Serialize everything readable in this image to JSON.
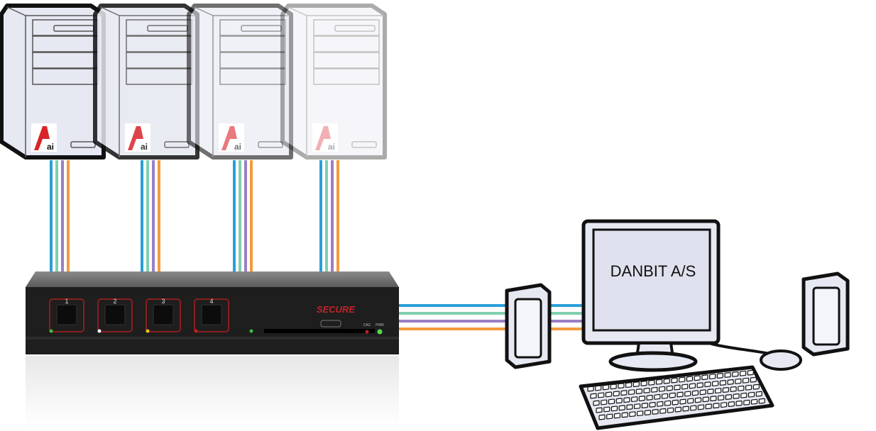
{
  "computers": [
    {
      "logo": "Aai",
      "opacity": 1.0
    },
    {
      "logo": "Aai",
      "opacity": 0.85
    },
    {
      "logo": "Aai",
      "opacity": 0.6
    },
    {
      "logo": "Aai",
      "opacity": 0.35
    }
  ],
  "cable_colors": {
    "blue": "#2a9fd8",
    "green": "#7fcfb0",
    "purple": "#9a7fc4",
    "orange": "#f39a3c"
  },
  "switch": {
    "ports": [
      "1",
      "2",
      "3",
      "4"
    ],
    "port_led_colors": [
      "#3fbf3f",
      "#ffffff",
      "#e8c020",
      "#c02020"
    ],
    "brand": "SECURE",
    "cac_label": "CAC",
    "pwr_label": "PWR"
  },
  "monitor": {
    "screen_text": "DANBIT A/S"
  }
}
